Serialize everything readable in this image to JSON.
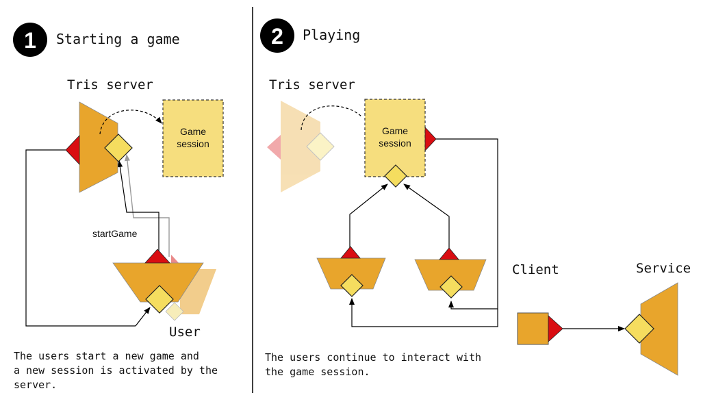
{
  "step1": {
    "number": "1",
    "title": "Starting a game",
    "server_label": "Tris server",
    "session_label_line1": "Game",
    "session_label_line2": "session",
    "edge_label": "startGame",
    "user_label": "User",
    "caption_line1": "The users start a new game and",
    "caption_line2": "a new session is activated by the",
    "caption_line3": "server."
  },
  "step2": {
    "number": "2",
    "title": "Playing",
    "server_label": "Tris server",
    "session_label_line1": "Game",
    "session_label_line2": "session",
    "caption_line1": "The users continue to interact with",
    "caption_line2": "the game session."
  },
  "legend": {
    "client_label": "Client",
    "service_label": "Service"
  },
  "colors": {
    "component": "#E8A52C",
    "session_fill": "#F6DE7E",
    "port_provided": "#F5DD5F",
    "port_required": "#D90D12",
    "badge": "#000000"
  }
}
